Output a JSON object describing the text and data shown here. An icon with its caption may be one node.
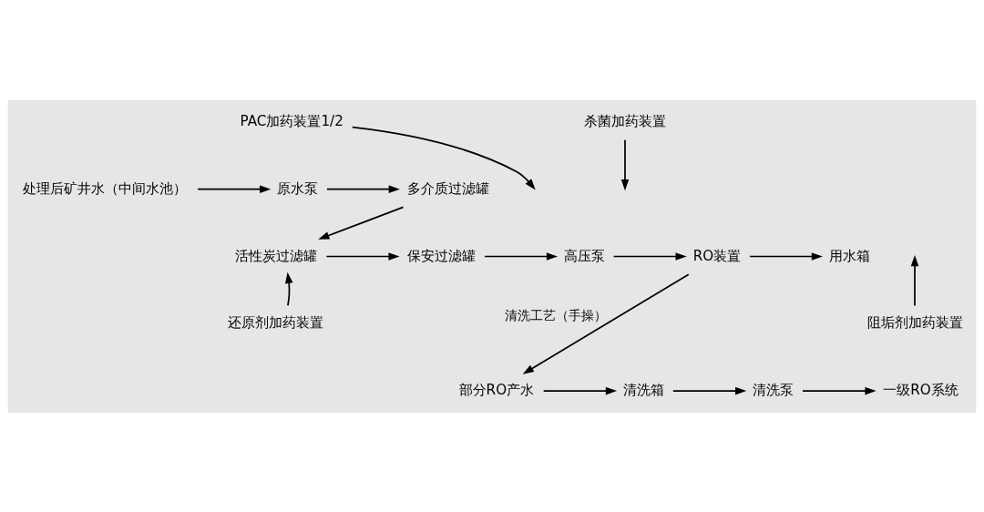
{
  "diagram": {
    "nodes": [
      {
        "text": [
          "处理后矿井水（中间水池）"
        ]
      },
      {
        "text": [
          "原水泵"
        ]
      },
      {
        "text": [
          "PAC加药装置1/2"
        ]
      },
      {
        "text": [
          "杀菌加药装置"
        ]
      },
      {
        "text": [
          "多介质过滤罐"
        ]
      },
      {
        "text": [
          "活性炭过滤罐"
        ]
      },
      {
        "text": [
          "还原剂加药装置"
        ]
      },
      {
        "text": [
          "保安过滤罐"
        ]
      },
      {
        "text": [
          "高压泵"
        ]
      },
      {
        "text": [
          "阻垢剂加药装置"
        ]
      },
      {
        "text": [
          "RO装置"
        ]
      },
      {
        "text": [
          "用水箱"
        ]
      },
      {
        "text": [
          "部分RO产水"
        ]
      },
      {
        "text": [
          "清洗箱"
        ]
      },
      {
        "text": [
          "清洗泵"
        ]
      },
      {
        "text": [
          "一级RO系统"
        ]
      }
    ],
    "edges": [
      {
        "from": 0,
        "to": 1,
        "arrow": "to"
      },
      {
        "from": 1,
        "to": 4,
        "arrow": "to"
      },
      {
        "from": 2,
        "to": null,
        "arrow": "to"
      },
      {
        "from": 3,
        "to": null,
        "arrow": "to"
      },
      {
        "from": 4,
        "to": 5,
        "arrow": "to"
      },
      {
        "from": 6,
        "to": 5,
        "arrow": "to"
      },
      {
        "from": 5,
        "to": 7,
        "arrow": "to"
      },
      {
        "from": 7,
        "to": 8,
        "arrow": "to"
      },
      {
        "from": 8,
        "to": 10,
        "arrow": "to"
      },
      {
        "from": 9,
        "to": null,
        "arrow": "to"
      },
      {
        "from": 10,
        "to": 11,
        "arrow": "to"
      },
      {
        "from": 10,
        "to": 12,
        "arrow": "to",
        "label": "清洗工艺（手操）"
      },
      {
        "from": 12,
        "to": 13,
        "arrow": "to"
      },
      {
        "from": 13,
        "to": 14,
        "arrow": "to"
      },
      {
        "from": 14,
        "to": 15,
        "arrow": "to"
      }
    ]
  }
}
